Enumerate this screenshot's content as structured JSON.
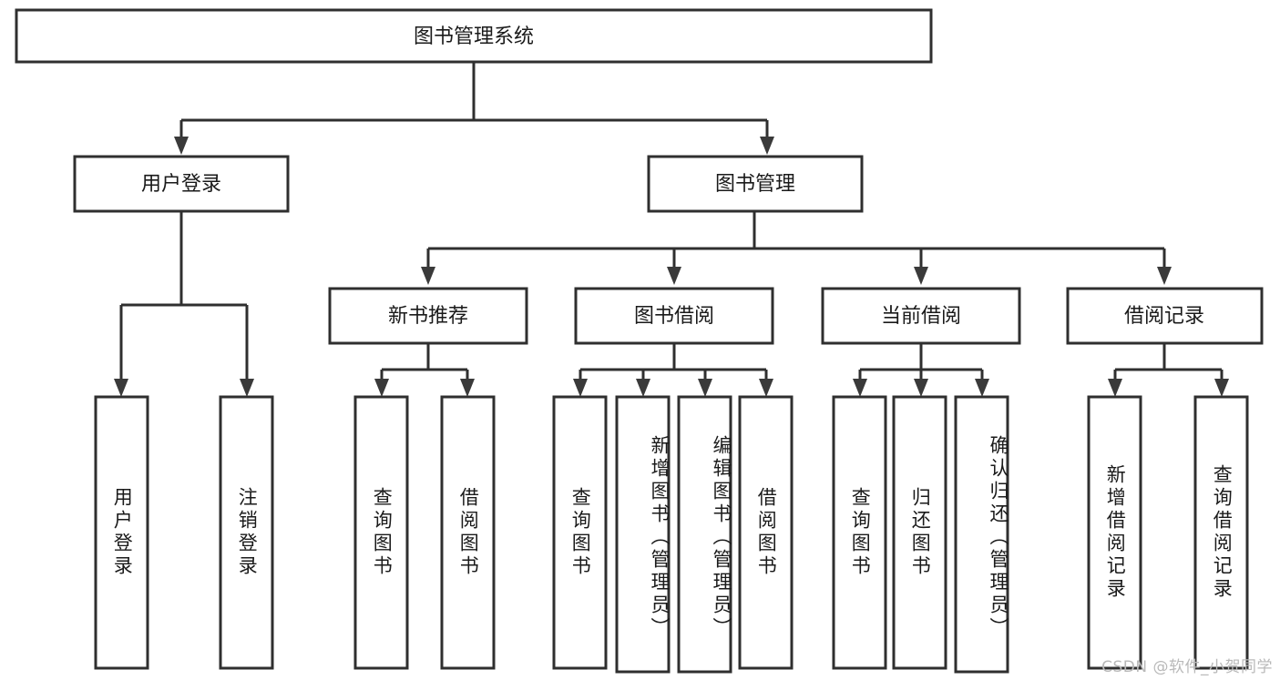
{
  "diagram": {
    "title": "图书管理系统",
    "watermark": "CSDN @软件_小贺同学",
    "colors": {
      "box_stroke": "#2f2f2f",
      "box_fill": "#ffffff",
      "connector": "#2f2f2f",
      "text": "#1a1a1a",
      "watermark": "#b9b9b9"
    },
    "root": {
      "label": "图书管理系统"
    },
    "level2": [
      {
        "label": "用户登录"
      },
      {
        "label": "图书管理"
      }
    ],
    "level3": [
      {
        "label": "新书推荐"
      },
      {
        "label": "图书借阅"
      },
      {
        "label": "当前借阅"
      },
      {
        "label": "借阅记录"
      }
    ],
    "leaves": {
      "user_login": [
        {
          "label": "用户登录"
        },
        {
          "label": "注销登录"
        }
      ],
      "new_book": [
        {
          "label": "查询图书"
        },
        {
          "label": "借阅图书"
        }
      ],
      "book_borrow": [
        {
          "label": "查询图书"
        },
        {
          "label": "新增图书（管理员）"
        },
        {
          "label": "编辑图书（管理员）"
        },
        {
          "label": "借阅图书"
        }
      ],
      "current_borrow": [
        {
          "label": "查询图书"
        },
        {
          "label": "归还图书"
        },
        {
          "label": "确认归还（管理员）"
        }
      ],
      "borrow_record": [
        {
          "label": "新增借阅记录"
        },
        {
          "label": "查询借阅记录"
        }
      ]
    }
  }
}
